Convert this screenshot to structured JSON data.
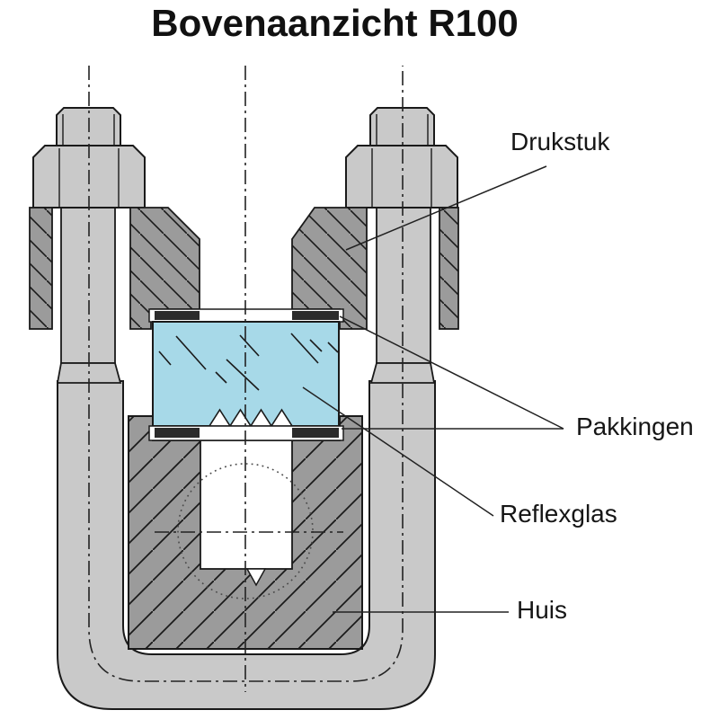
{
  "title": "Bovenaanzicht R100",
  "callouts": {
    "drukstuk": "Drukstuk",
    "pakkingen": "Pakkingen",
    "reflexglas": "Reflexglas",
    "huis": "Huis"
  },
  "colors": {
    "steel_light": "#c9c9c9",
    "steel_section_fill": "#9b9b9b",
    "glass_blue": "#a7d9e8",
    "outline": "#1a1a1a",
    "background": "#ffffff"
  }
}
